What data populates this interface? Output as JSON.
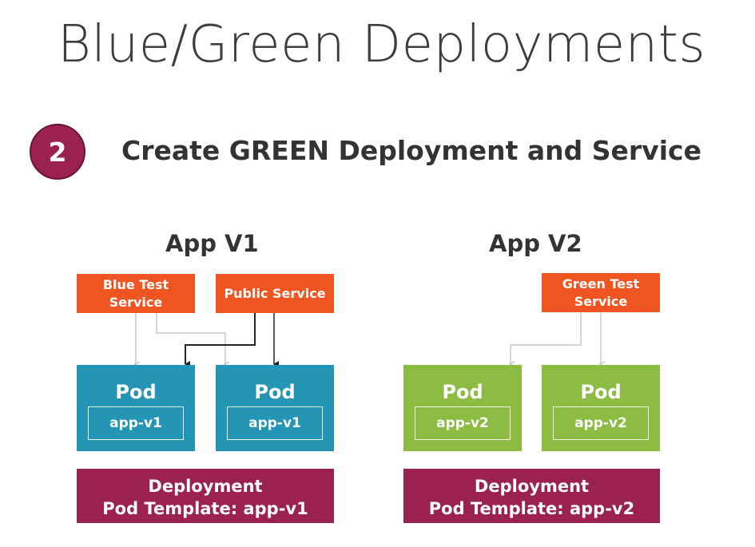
{
  "slide": {
    "title": "Blue/Green Deployments",
    "step_number": "2",
    "step_text": "Create GREEN Deployment and Service"
  },
  "app_v1": {
    "label": "App V1",
    "services": [
      "Blue Test\nService",
      "Public Service"
    ],
    "pods": [
      {
        "title": "Pod",
        "label": "app-v1"
      },
      {
        "title": "Pod",
        "label": "app-v1"
      }
    ],
    "deployment": {
      "line1": "Deployment",
      "line2": "Pod Template: app-v1"
    }
  },
  "app_v2": {
    "label": "App V2",
    "services": [
      "Green Test\nService"
    ],
    "pods": [
      {
        "title": "Pod",
        "label": "app-v2"
      },
      {
        "title": "Pod",
        "label": "app-v2"
      }
    ],
    "deployment": {
      "line1": "Deployment",
      "line2": "Pod Template: app-v2"
    }
  },
  "colors": {
    "service": "#ee5521",
    "pod_blue": "#2595b5",
    "pod_green": "#8dbc43",
    "deployment": "#9b2150",
    "connector_light": "#c8c8c8",
    "connector_dark": "#222222"
  }
}
